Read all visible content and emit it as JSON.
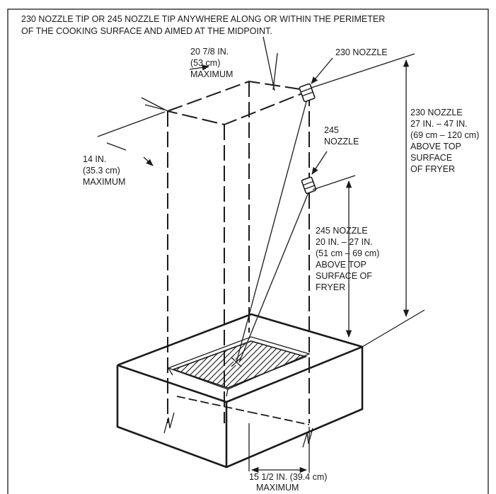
{
  "header": {
    "line1": "230 NOZZLE TIP OR 245 NOZZLE TIP ANYWHERE ALONG OR WITHIN THE PERIMETER",
    "line2": "OF THE COOKING SURFACE AND AIMED AT THE MIDPOINT."
  },
  "labels": {
    "width": [
      "20 7/8 IN.",
      "(53 cm)",
      "MAXIMUM"
    ],
    "depth": [
      "14 IN.",
      "(35.3 cm)",
      "MAXIMUM"
    ],
    "nozzle230": "230 NOZZLE",
    "nozzle245": [
      "245",
      "NOZZLE"
    ],
    "height230": [
      "230 NOZZLE",
      "27 IN. – 47 IN.",
      "(69 cm – 120 cm)",
      "ABOVE TOP",
      "SURFACE",
      "OF FRYER"
    ],
    "height245": [
      "245 NOZZLE",
      "20 IN. – 27 IN.",
      "(51 cm – 69 cm)",
      "ABOVE TOP",
      "SURFACE OF",
      "FRYER"
    ],
    "bottom": [
      "15 1/2 IN. (39.4 cm)",
      "MAXIMUM"
    ]
  }
}
